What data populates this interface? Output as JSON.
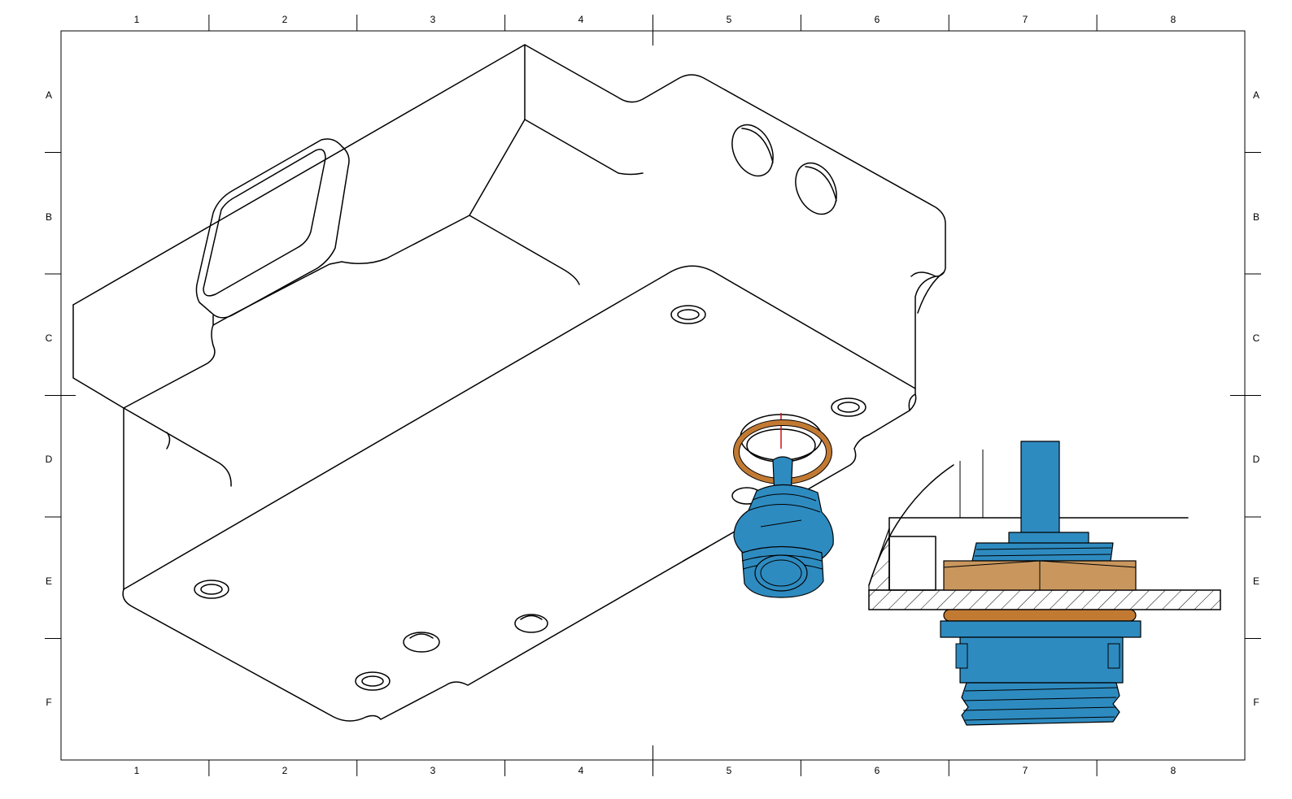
{
  "frame": {
    "columns": [
      "1",
      "2",
      "3",
      "4",
      "5",
      "6",
      "7",
      "8"
    ],
    "rows": [
      "A",
      "B",
      "C",
      "D",
      "E",
      "F"
    ]
  },
  "colors": {
    "fitting": "#2e8bc0",
    "nut": "#c9975e",
    "washer": "#c27a33",
    "line": "#000000",
    "background": "#ffffff"
  }
}
